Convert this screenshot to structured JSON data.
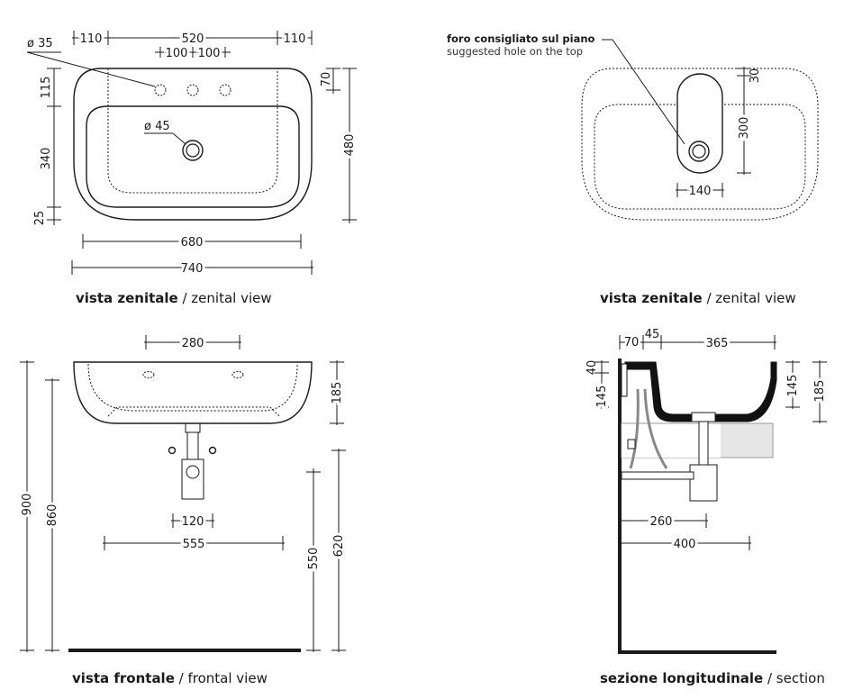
{
  "views": {
    "top_left": {
      "caption_bold": "vista zenitale",
      "caption_sep": " / ",
      "caption_en": "zenital view",
      "dims": {
        "d110_left": "110",
        "d520": "520",
        "d110_right": "110",
        "d100_a": "100",
        "d100_b": "100",
        "phi35": "ø 35",
        "phi45": "ø 45",
        "d70": "70",
        "d115": "115",
        "d340": "340",
        "d25": "25",
        "d480": "480",
        "d680": "680",
        "d740": "740"
      }
    },
    "top_right": {
      "caption_bold": "vista zenitale",
      "caption_sep": " / ",
      "caption_en": "zenital view",
      "note_it": "foro consigliato sul piano",
      "note_en": "suggested hole on the top",
      "dims": {
        "d30": "30",
        "d300": "300",
        "d140": "140"
      }
    },
    "bottom_left": {
      "caption_bold": "vista frontale",
      "caption_sep": " / ",
      "caption_en": "frontal view",
      "dims": {
        "d280": "280",
        "d185": "185",
        "d900": "900",
        "d860": "860",
        "d120": "120",
        "d555": "555",
        "d550": "550",
        "d620": "620"
      }
    },
    "bottom_right": {
      "caption_bold": "sezione longitudinale",
      "caption_sep": " / ",
      "caption_en": "section",
      "dims": {
        "d70": "70",
        "d45": "45",
        "d365": "365",
        "d40": "40",
        "d145_left": "145",
        "d145_right": "145",
        "d185": "185",
        "d260": "260",
        "d400": "400"
      }
    }
  }
}
